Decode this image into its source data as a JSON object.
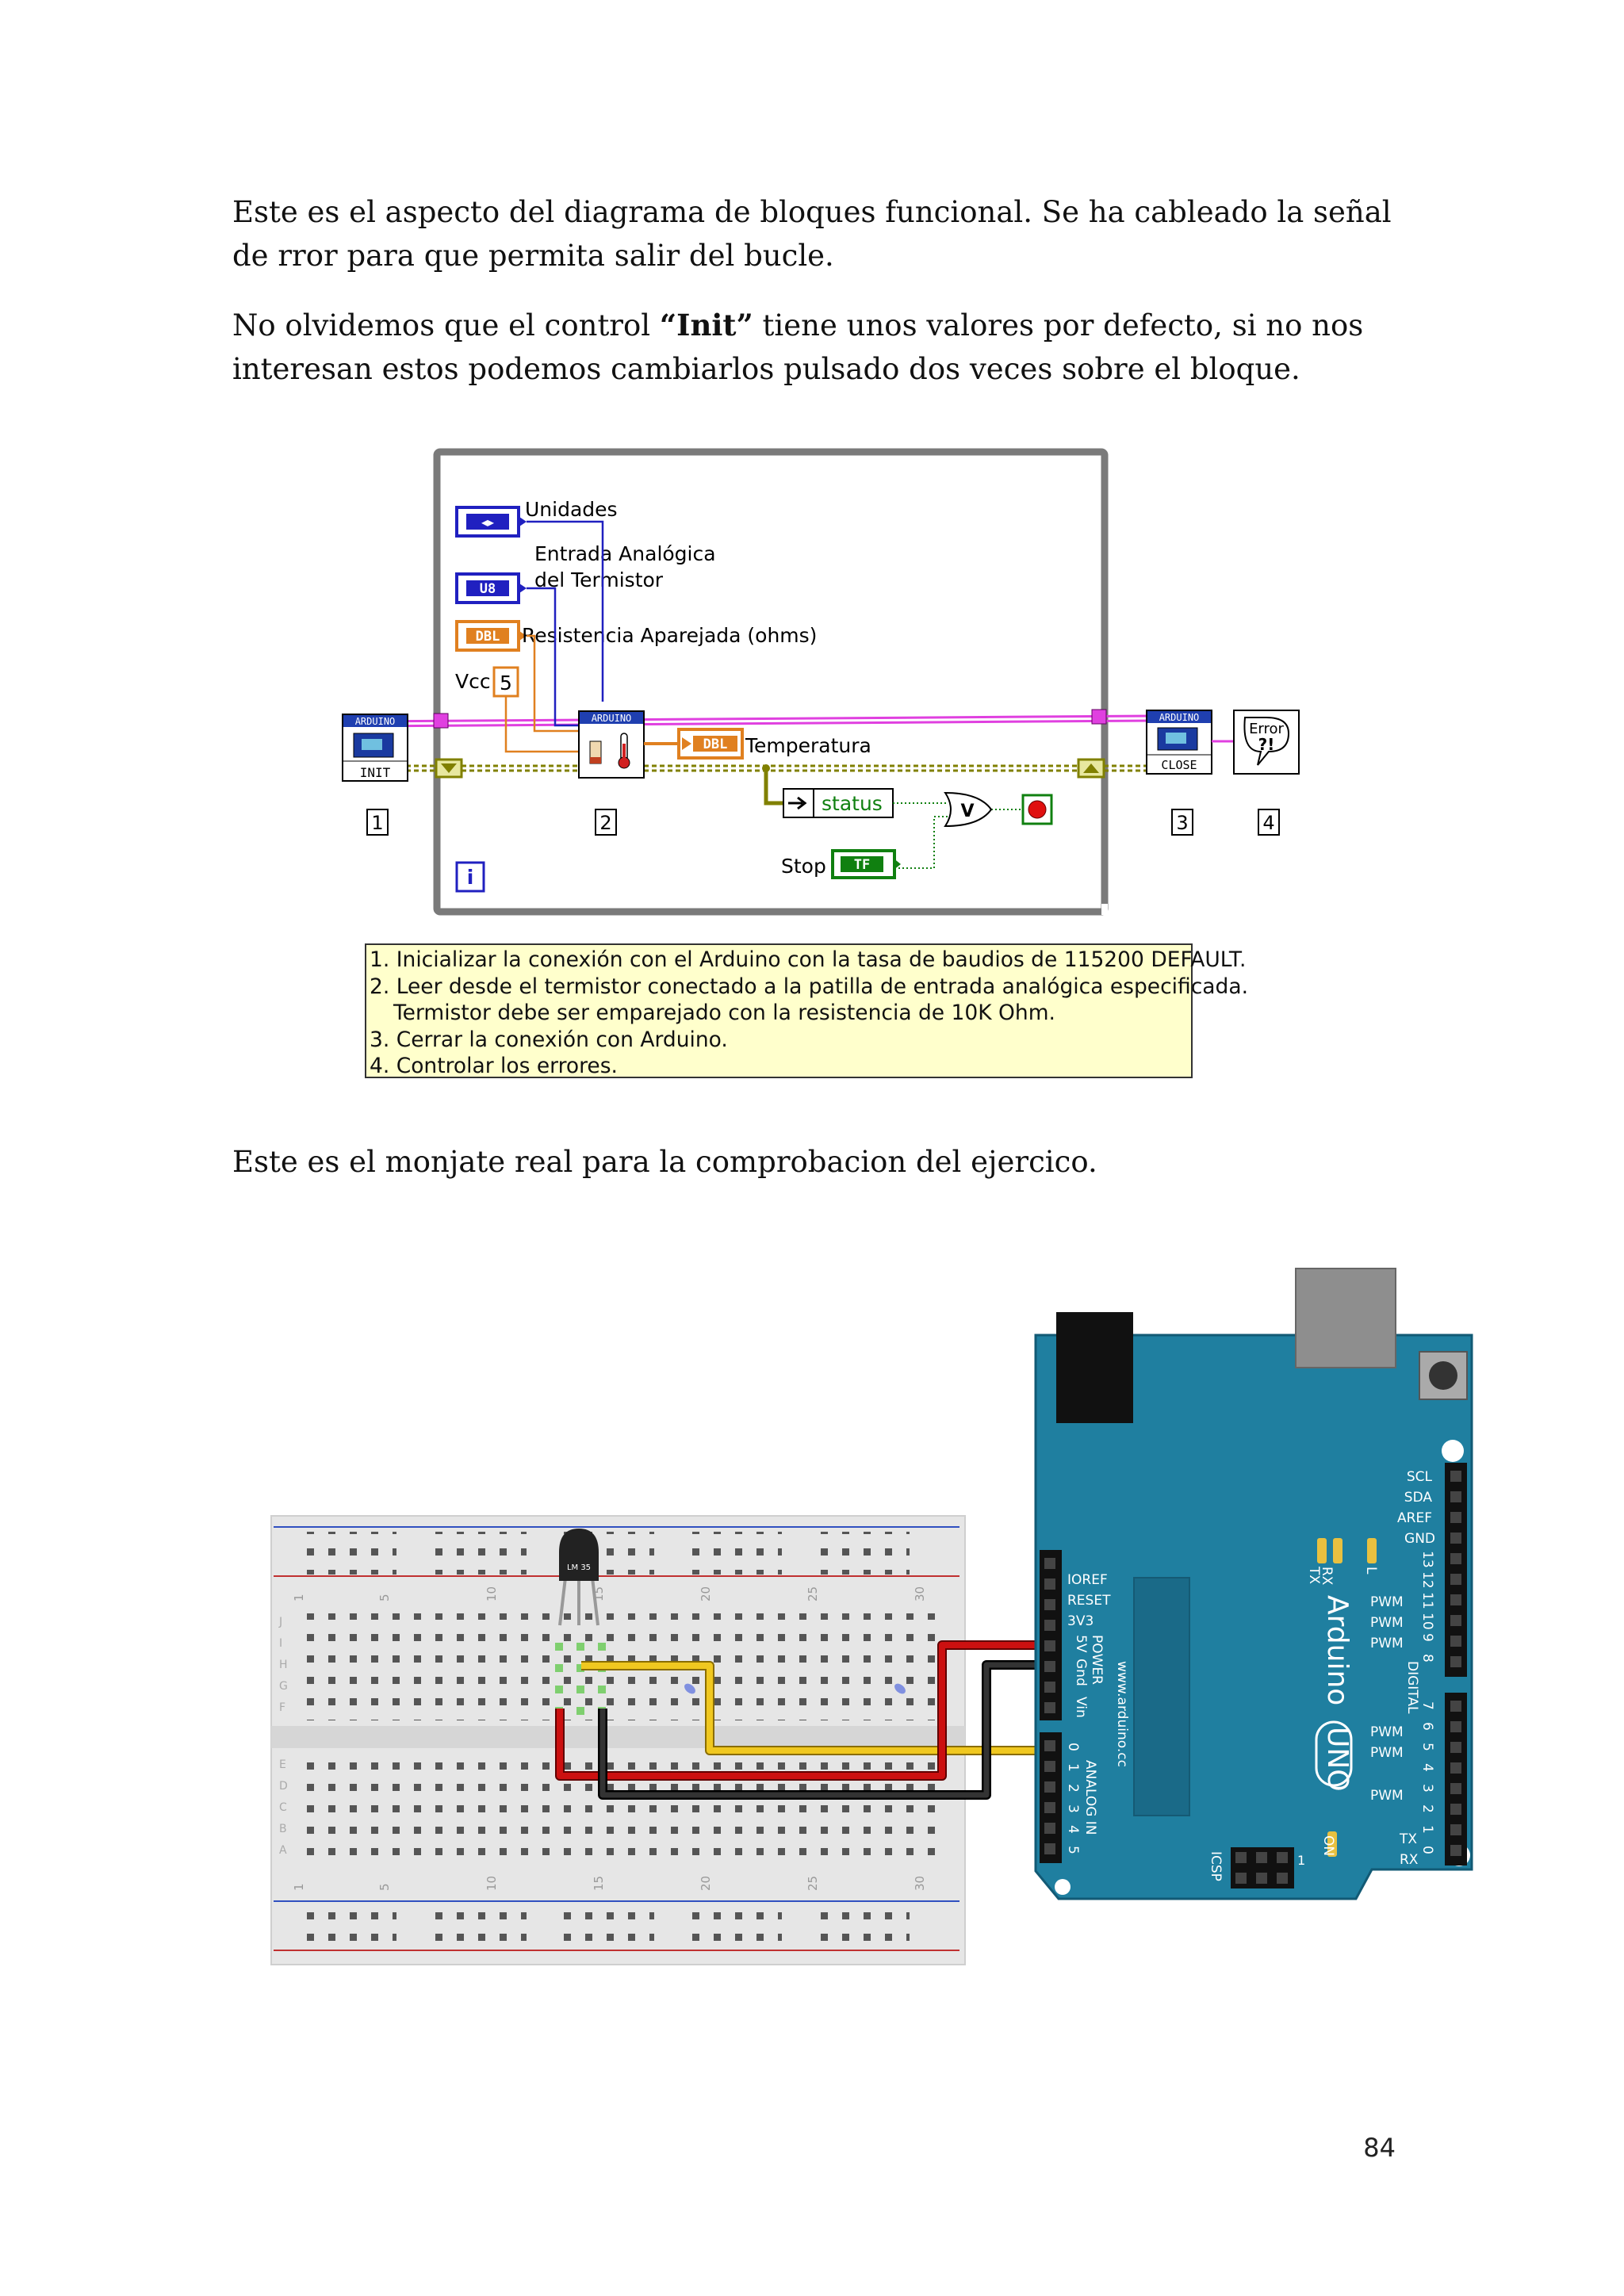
{
  "text": {
    "p1": "Este es el aspecto del diagrama de bloques funcional. Se ha cableado la señal de rror para que permita salir del bucle.",
    "p2_pre": "No olvidemos que el control ",
    "p2_bold": "“Init”",
    "p2_post": " tiene unos valores por defecto, si no nos interesan estos podemos cambiarlos pulsado dos veces sobre el bloque.",
    "p3": "Este es el monjate real para la comprobacion del ejercico."
  },
  "diagram": {
    "controls": {
      "unidades_label": "Unidades",
      "entrada_label_1": "Entrada Analógica",
      "entrada_label_2": "del Termistor",
      "resistencia_label": "Resistencia Aparejada (ohms)",
      "vcc_label": "Vcc",
      "vcc_value": "5",
      "u8_tag": "U8",
      "dbl_tag": "DBL",
      "enum_tag": "◂▸"
    },
    "blocks": {
      "init_header": "ARDUINO",
      "init_label": "INIT",
      "close_header": "ARDUINO",
      "close_label": "CLOSE",
      "read_header": "ARDUINO",
      "error_label": "Error",
      "error_symbol": "?!"
    },
    "outputs": {
      "temperatura_tag": "DBL",
      "temperatura_label": "Temperatura",
      "status_label": "status",
      "stop_label": "Stop",
      "tf_tag": "TF",
      "or_symbol": "V",
      "loop_index": "i"
    },
    "step_numbers": [
      "1",
      "2",
      "3",
      "4"
    ],
    "notes": [
      "1. Inicializar la conexión con el Arduino con la tasa de baudios de 115200 DEFAULT.",
      "2. Leer desde el termistor conectado a la patilla de entrada analógica especificada.",
      "Termistor debe ser emparejado con la resistencia de 10K Ohm.",
      "3. Cerrar la conexión con Arduino.",
      "4. Controlar los errores."
    ],
    "colors": {
      "error_wire": "#e040e0",
      "data_wire": "#e08020",
      "int_wire": "#2020c0",
      "bool_wire": "#108010",
      "cluster_wire": "#808000"
    }
  },
  "breadboard": {
    "column_numbers": [
      "1",
      "5",
      "10",
      "15",
      "20",
      "25",
      "30"
    ],
    "row_letters_top": [
      "J",
      "I",
      "H",
      "G",
      "F"
    ],
    "row_letters_bottom": [
      "E",
      "D",
      "C",
      "B",
      "A"
    ],
    "sensor_label": "LM 35"
  },
  "arduino": {
    "brand": "Arduino",
    "model": "UNO",
    "website": "www.arduino.cc",
    "power_pins": [
      "IOREF",
      "RESET",
      "3V3",
      "5V",
      "Gnd",
      "Gnd",
      "Vin"
    ],
    "power_header": "POWER",
    "analog_header": "ANALOG IN",
    "analog_pins": [
      "0",
      "1",
      "2",
      "3",
      "4",
      "5"
    ],
    "top_right_pins": [
      "SCL",
      "SDA",
      "AREF",
      "GND"
    ],
    "digital_high": [
      "13",
      "12",
      "11",
      "10",
      "9",
      "8"
    ],
    "digital_low": [
      "7",
      "6",
      "5",
      "4",
      "3",
      "2",
      "1",
      "0"
    ],
    "pwm_label": "PWM",
    "digital_header": "DIGITAL",
    "tx_label": "TX",
    "rx_label": "RX",
    "led_l": "L",
    "on_label": "ON",
    "icsp_label": "ICSP",
    "icsp_pin1": "1"
  },
  "page_number": "84"
}
